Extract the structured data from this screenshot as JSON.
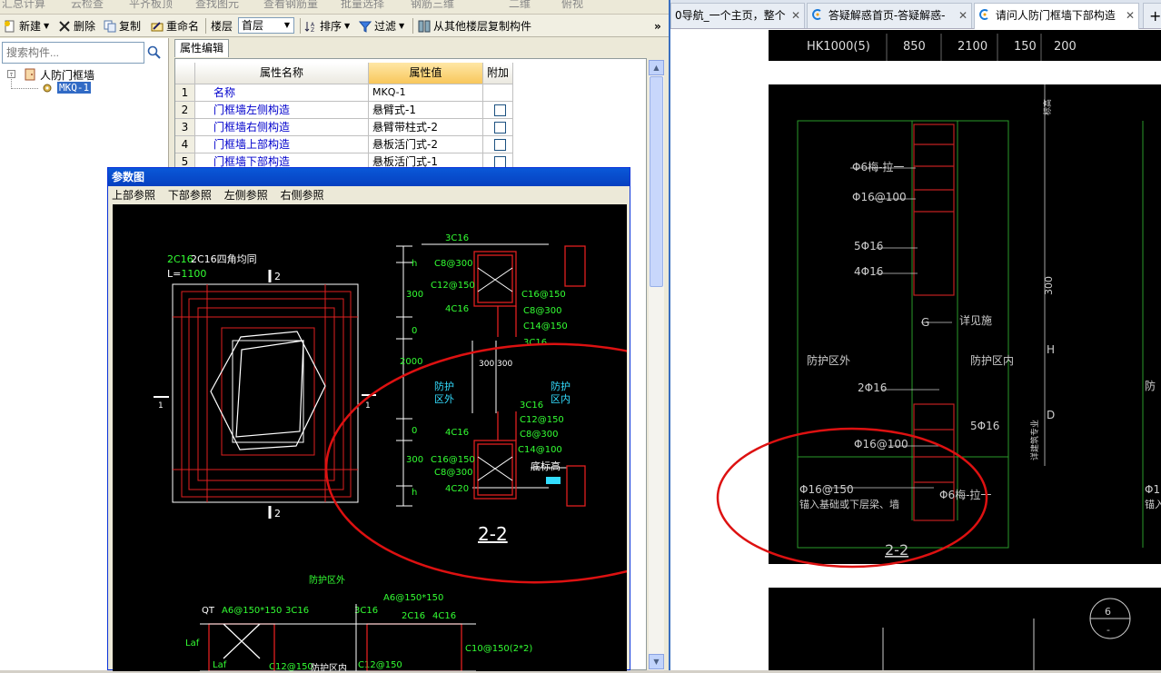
{
  "menubar": {
    "items": [
      "汇总计算",
      "云检查",
      "平齐板顶",
      "查找图元",
      "查看钢筋量",
      "批量选择",
      "钢筋三维",
      "二维",
      "俯视"
    ]
  },
  "toolbar": {
    "new_label": "新建",
    "delete_label": "删除",
    "copy_label": "复制",
    "rename_label": "重命名",
    "floor_label": "楼层",
    "floor_value": "首层",
    "sort_label": "排序",
    "filter_label": "过滤",
    "copy_floor_label": "从其他楼层复制构件",
    "overflow_label": "»"
  },
  "search": {
    "placeholder": "搜索构件..."
  },
  "tree": {
    "root": "人防门框墙",
    "child": "MKQ-1"
  },
  "props": {
    "tab": "属性编辑",
    "headers": {
      "name": "属性名称",
      "value": "属性值",
      "extra": "附加"
    },
    "rows": [
      {
        "num": "1",
        "name": "名称",
        "value": "MKQ-1"
      },
      {
        "num": "2",
        "name": "门框墙左侧构造",
        "value": "悬臂式-1"
      },
      {
        "num": "3",
        "name": "门框墙右侧构造",
        "value": "悬臂带柱式-2"
      },
      {
        "num": "4",
        "name": "门框墙上部构造",
        "value": "悬板活门式-2"
      },
      {
        "num": "5",
        "name": "门框墙下部构造",
        "value": "悬板活门式-1"
      }
    ]
  },
  "dialog": {
    "title": "参数图",
    "menu": [
      "上部参照",
      "下部参照",
      "左侧参照",
      "右侧参照"
    ],
    "drawing": {
      "plan_label_1": "2C16四角均同",
      "plan_label_L": "L=",
      "plan_L_value": "1100",
      "cut_top": "2",
      "cut_bottom": "2",
      "cut_left": "1",
      "cut_right": "1",
      "sec_3C16_top": "3C16",
      "sec_C8_300": "C8@300",
      "sec_C12_150": "C12@150",
      "sec_4C16": "4C16",
      "sec_C16_150": "C16@150",
      "sec_C8_300_r": "C8@300",
      "sec_C14_150": "C14@150",
      "sec_3C16_r": "3C16",
      "dim_h": "h",
      "dim_300": "300",
      "dim_0": "0",
      "dim_2000": "2000",
      "dim_300_300": "300  300",
      "zone_out": "防护",
      "zone_out2": "区外",
      "zone_in": "防护",
      "zone_in2": "区内",
      "sec_3C16_b": "3C16",
      "sec_C12_150_b": "C12@150",
      "sec_C8_300_b": "C8@300",
      "sec_C14_100": "C14@100",
      "sec_4C16_b": "4C16",
      "sec_C16_150_b": "C16@150",
      "sec_C8_300_bl": "C8@300",
      "sec_4C20": "4C20",
      "base_height": "底标高",
      "section_title": "2-2",
      "lower_title": "防护区外",
      "lower_QT": "QT",
      "lower_A6": "A6@150*150",
      "lower_3C16": "3C16",
      "lower_3C16_b": "3C16",
      "lower_A6_b": "A6@150*150",
      "lower_2C16": "2C16",
      "lower_4C16": "4C16",
      "lower_Laf": "Laf",
      "lower_Laf2": "Laf",
      "lower_C10": "C10@150(2*2)",
      "lower_C12": "C12@150",
      "lower_zone": "防护区内",
      "lower_C12_b": "C12@150"
    }
  },
  "browser": {
    "tabs": [
      {
        "label": "0导航_一个主页，整个",
        "close": "✕"
      },
      {
        "label": "答疑解惑首页-答疑解惑-",
        "close": "✕"
      },
      {
        "label": "请问人防门框墙下部构造",
        "close": "✕"
      }
    ],
    "new_tab": "+",
    "drawing": {
      "table_row": [
        "HK1000(5)",
        "850",
        "2100",
        "150",
        "200"
      ],
      "labels": [
        "Φ6梅-拉一",
        "Φ16@100",
        "5Φ16",
        "4Φ16",
        "G",
        "详见施",
        "防护区外",
        "防护区内",
        "2Φ16",
        "5Φ16",
        "Φ16@100",
        "Φ16@150",
        "锚入基础或下层梁、墙",
        "Φ6梅-拉一",
        "2-2",
        "300",
        "H",
        "D",
        "详建筑专业",
        "标高",
        "防",
        "Φ1",
        "锚入"
      ],
      "circle_num": "6",
      "circle_dash": "-"
    }
  },
  "colors": {
    "cad_bg": "#000000",
    "accent_red": "#dd1111",
    "title_blue": "#0a58d8"
  }
}
